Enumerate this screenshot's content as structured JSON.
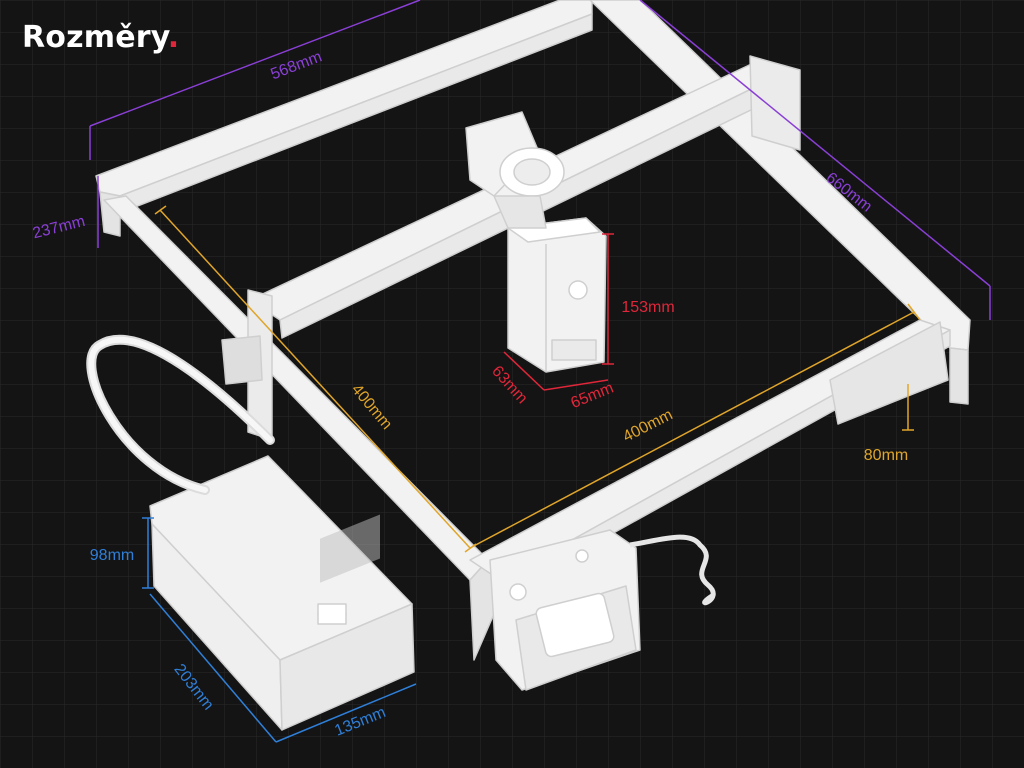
{
  "title": {
    "text": "Rozměry",
    "dot": "."
  },
  "colors": {
    "background": "#141414",
    "grid": "#2a2a2a",
    "machine_line": "#d8d8d8",
    "machine_fill": "#f4f4f4",
    "frame_dims": "#8a3fd6",
    "work_area_dims": "#e0a52a",
    "module_dims": "#e0263a",
    "psu_dims": "#2f7fd8",
    "accent": "#e0263a"
  },
  "dimensions": {
    "frame_length": "568mm",
    "frame_width": "660mm",
    "frame_height": "237mm",
    "work_area_y": "400mm",
    "work_area_x": "400mm",
    "foot_height": "80mm",
    "module_height": "153mm",
    "module_depth": "63mm",
    "module_width": "65mm",
    "psu_height": "98mm",
    "psu_length": "203mm",
    "psu_width": "135mm"
  }
}
